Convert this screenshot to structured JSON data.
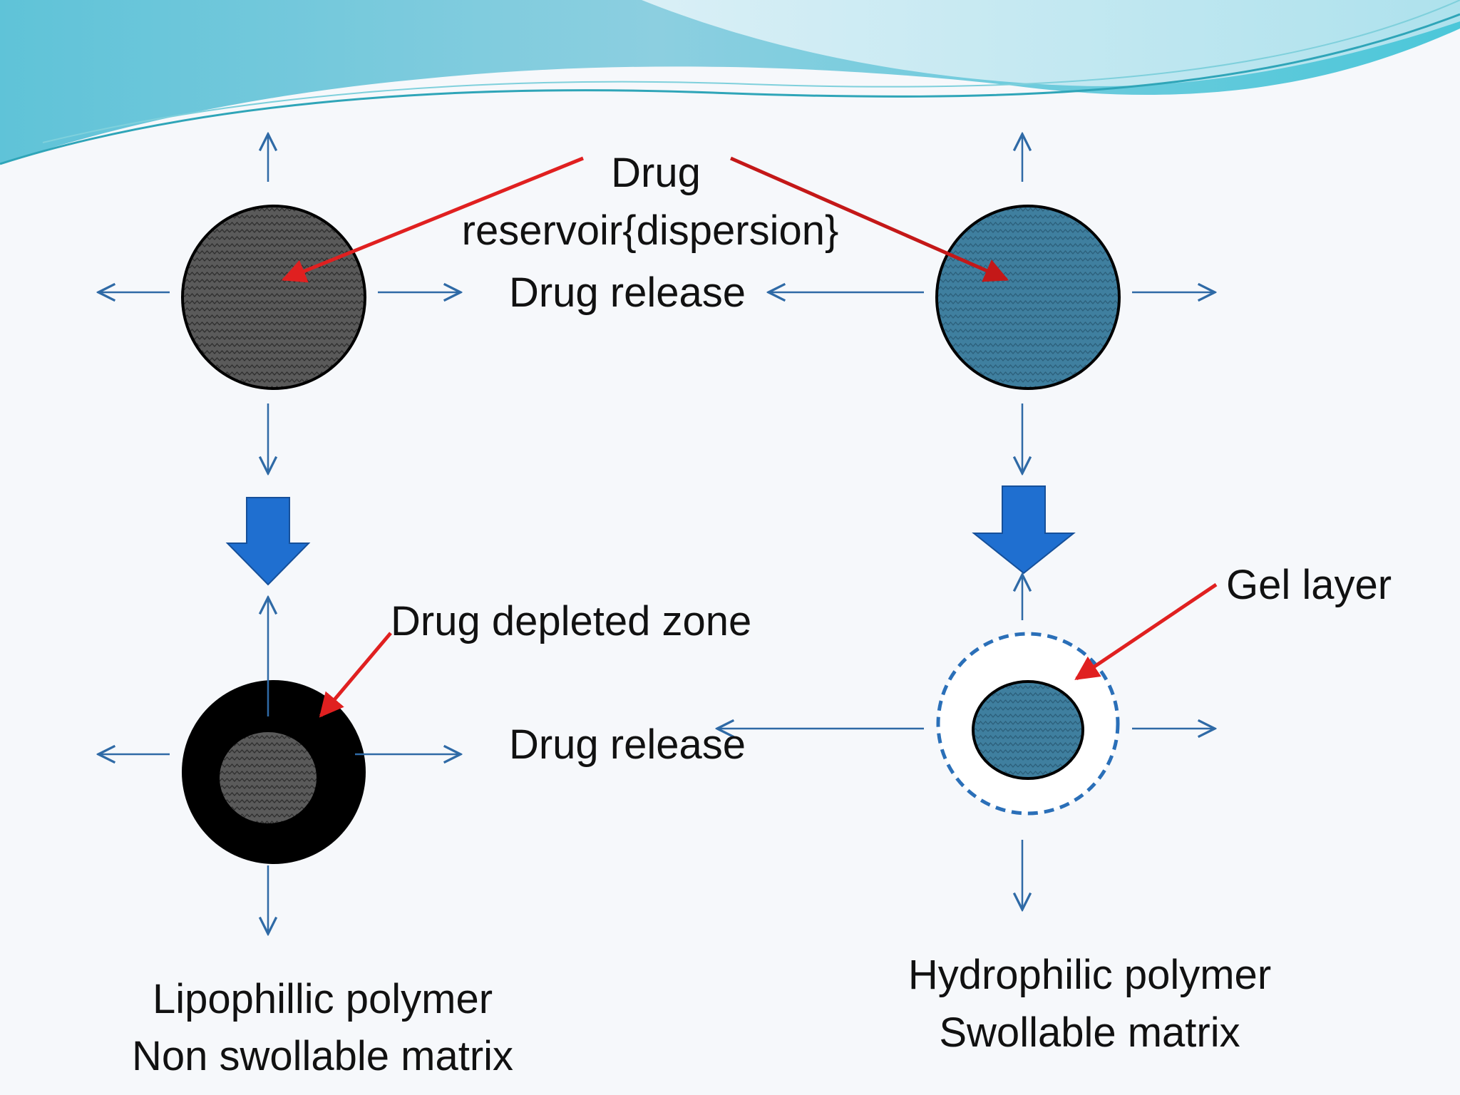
{
  "labels": {
    "drug_reservoir_line1": "Drug",
    "drug_reservoir_line2": "reservoir{dispersion}",
    "drug_release_top": "Drug release",
    "drug_depleted_zone": "Drug depleted zone",
    "drug_release_bottom": "Drug release",
    "gel_layer": "Gel layer",
    "left_caption_line1": "Lipophillic polymer",
    "left_caption_line2": "Non swollable matrix",
    "right_caption_line1": "Hydrophilic polymer",
    "right_caption_line2": "Swollable matrix"
  },
  "colors": {
    "release_arrow": "#2f6aa6",
    "pointer_arrow": "#e02020",
    "transition_arrow": "#1f6fd0",
    "lipophilic_matrix": "#5a5a5a",
    "hydrophilic_matrix": "#3f7f9f",
    "depleted_shell": "#000000",
    "gel_layer_ring": "#2a6fb8"
  }
}
